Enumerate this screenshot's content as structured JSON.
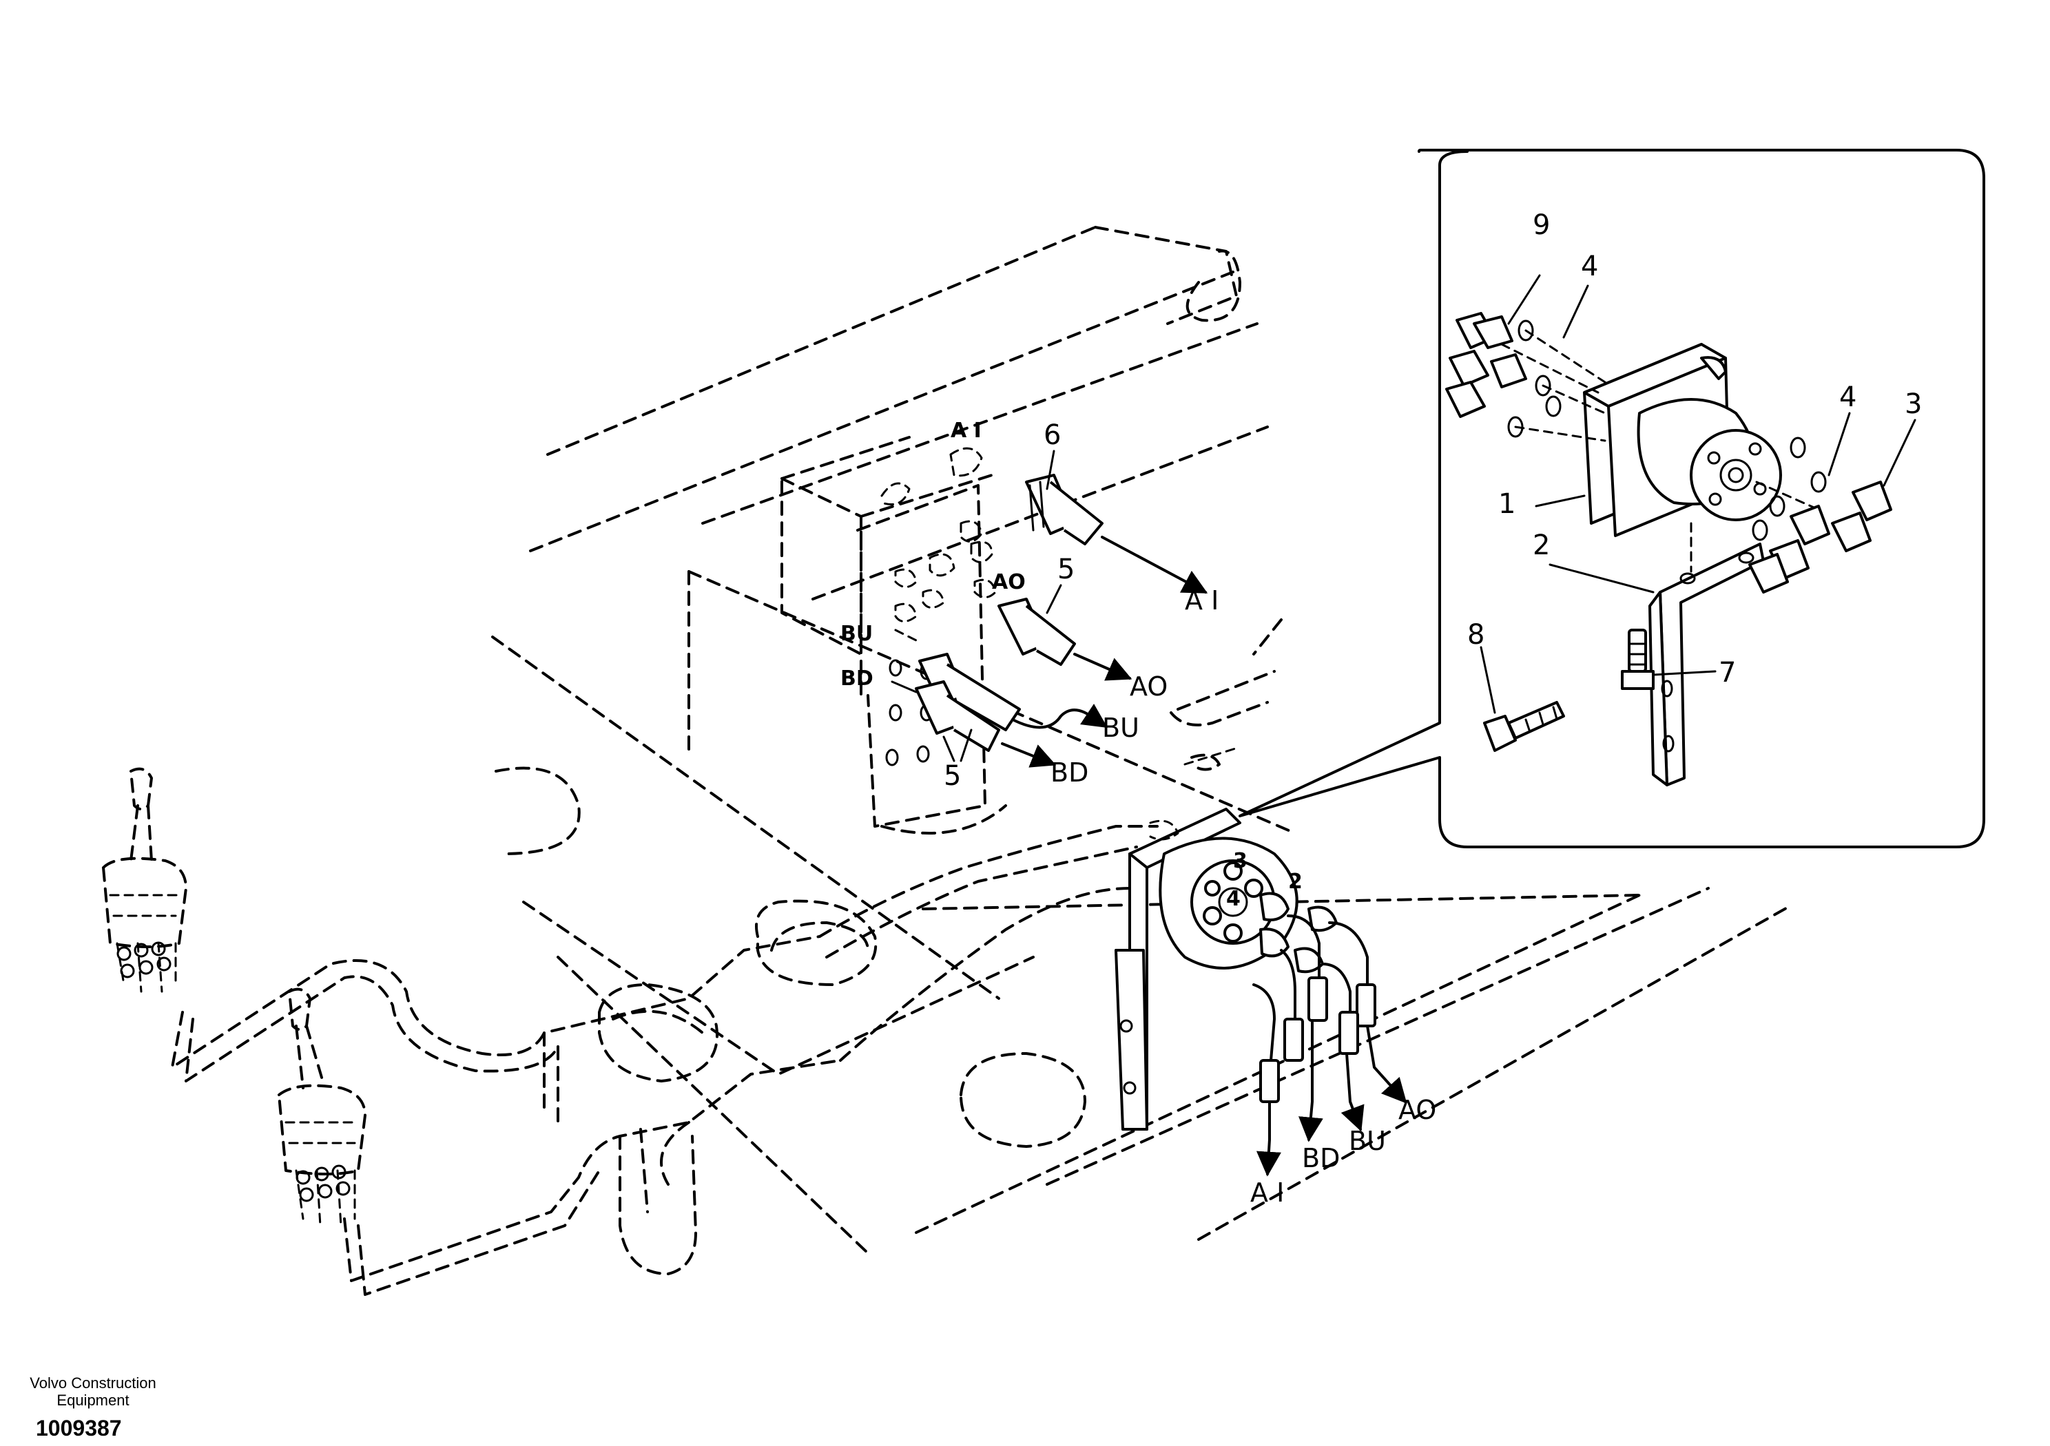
{
  "footer": {
    "brand_line1": "Volvo Construction",
    "brand_line2": "Equipment",
    "doc_number": "1009387"
  },
  "callouts": {
    "c1": "1",
    "c2": "2",
    "c3": "3",
    "c4a": "4",
    "c4b": "4",
    "c5a": "5",
    "c5b": "5",
    "c6": "6",
    "c7": "7",
    "c8": "8",
    "c9": "9",
    "m2": "2",
    "m3": "3",
    "m4": "4"
  },
  "ports": {
    "ai_block": "A I",
    "ao_block": "AO",
    "bu_block": "BU",
    "bd_block": "BD",
    "ai_out1": "A I",
    "ao_out1": "AO",
    "bu_out1": "BU",
    "bd_out1": "BD",
    "ai_out2": "A I",
    "bd_out2": "BD",
    "bu_out2": "BU",
    "ao_out2": "AO"
  }
}
